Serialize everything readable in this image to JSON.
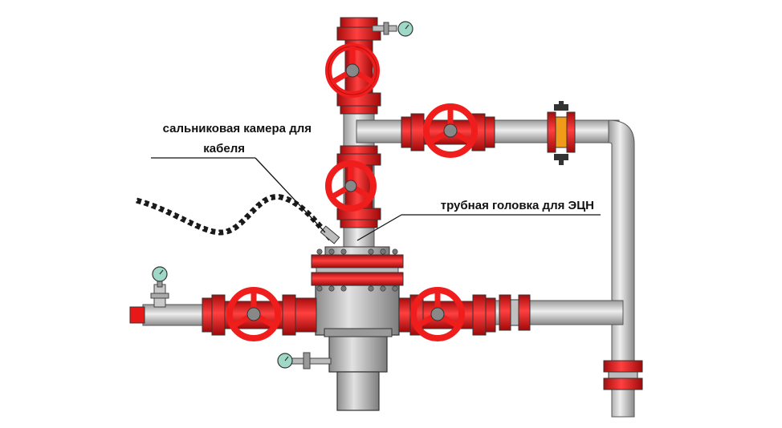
{
  "labels": {
    "cable_gland_line1": "сальниковая камера для",
    "cable_gland_line2": "кабеля",
    "tubing_head": "трубная головка для ЭЦН"
  },
  "colors": {
    "valve_red": "#f01d1d",
    "valve_dark": "#b01010",
    "pipe_gray": "#c9c9c9",
    "body_gray": "#a9a9a9",
    "outline": "#3a3a3a",
    "gauge_face": "#9fd8c6",
    "flange_orange": "#f29a1a"
  },
  "icons": {
    "handwheel": "valve-handwheel-icon",
    "gauge": "pressure-gauge-icon",
    "cable": "cable-icon"
  }
}
